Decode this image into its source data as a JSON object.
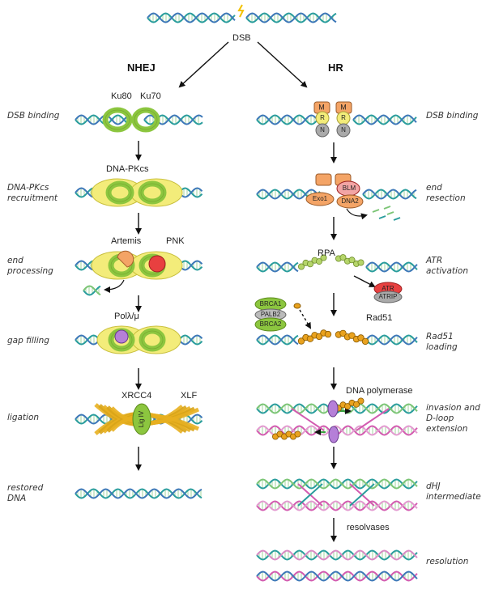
{
  "top": {
    "dsb": "DSB"
  },
  "pathways": {
    "nhej": "NHEJ",
    "hr": "HR"
  },
  "nhej_steps": [
    {
      "label": "DSB binding"
    },
    {
      "label": "DNA-PKcs recruitment"
    },
    {
      "label": "end processing"
    },
    {
      "label": "gap filling"
    },
    {
      "label": "ligation"
    },
    {
      "label": "restored DNA"
    }
  ],
  "hr_steps": [
    {
      "label": "DSB binding"
    },
    {
      "label": "end resection"
    },
    {
      "label": "ATR activation"
    },
    {
      "label": "Rad51 loading"
    },
    {
      "label": "invasion and D-loop extension"
    },
    {
      "label": "dHJ intermediate"
    },
    {
      "label": "resolution"
    }
  ],
  "nhej_proteins": {
    "ku80": "Ku80",
    "ku70": "Ku70",
    "dnapkcs": "DNA-PKcs",
    "artemis": "Artemis",
    "pnk": "PNK",
    "pol": "Polλ/μ",
    "xrcc4": "XRCC4",
    "xlf": "XLF",
    "lig4": "Lig IV"
  },
  "hr_proteins": {
    "m": "M",
    "r": "R",
    "n": "N",
    "blm": "BLM",
    "exo1": "Exo1",
    "dna2": "DNA2",
    "rpa": "RPA",
    "atr": "ATR",
    "atrip": "ATRIP",
    "brca1": "BRCA1",
    "palb2": "PALB2",
    "brca2": "BRCA2",
    "rad51": "Rad51",
    "dnapol": "DNA polymerase",
    "resolvases": "resolvases"
  },
  "colors": {
    "dna_teal": "#2a9d9d",
    "dna_blue": "#3d78b8",
    "dna_green": "#7cc576",
    "dna_pink": "#d35bb0",
    "ku_green": "#8cc63f",
    "pk_yellow": "#f3ec7a",
    "mrn_orange": "#f4a466",
    "rpa_green": "#b5d56a",
    "rad51_orange": "#e9a21f",
    "lig_gold": "#e8b020",
    "pnk_red": "#e84040",
    "pol_purple": "#b57fd8"
  }
}
